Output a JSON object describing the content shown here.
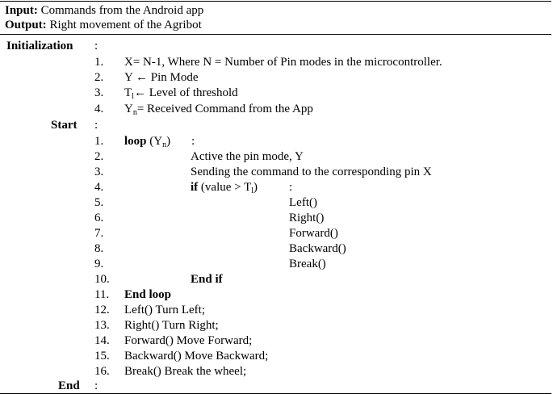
{
  "header": {
    "input_label": "Input:",
    "input_text": " Commands from the Android app",
    "output_label": "Output:",
    "output_text": " Right movement of the Agribot"
  },
  "sections": {
    "initialization": "Initialization",
    "start": "Start",
    "end": "End",
    "colon": ":"
  },
  "init_steps": [
    {
      "num": "1.",
      "text": "X= N-1, Where N = Number of Pin modes in the microcontroller."
    },
    {
      "num": "2.",
      "text": "Y ← Pin Mode"
    },
    {
      "num": "3.",
      "pre": "T",
      "sub": "l",
      "text": "← Level of threshold"
    },
    {
      "num": "4.",
      "pre": "Y",
      "sub": "n",
      "text": "= Received Command from the App"
    }
  ],
  "start_steps": {
    "s1": {
      "num": "1.",
      "kw": "loop",
      "pre": " (Y",
      "sub": "n",
      "post": ")",
      "colon": ":"
    },
    "s2": {
      "num": "2.",
      "text": "Active the pin mode, Y"
    },
    "s3": {
      "num": "3.",
      "text": "Sending the command to the corresponding pin X"
    },
    "s4": {
      "num": "4.",
      "kw": "if",
      "pre": " (value > T",
      "sub": "l",
      "post": ")",
      "colon": ":"
    },
    "s5": {
      "num": "5.",
      "text": "Left()"
    },
    "s6": {
      "num": "6.",
      "text": "Right()"
    },
    "s7": {
      "num": "7.",
      "text": "Forward()"
    },
    "s8": {
      "num": "8.",
      "text": "Backward()"
    },
    "s9": {
      "num": "9.",
      "text": "Break()"
    },
    "s10": {
      "num": "10.",
      "kw": "End if"
    },
    "s11": {
      "num": "11.",
      "kw": "End loop"
    },
    "s12": {
      "num": "12.",
      "text": "Left() Turn Left;"
    },
    "s13": {
      "num": "13.",
      "text": "Right() Turn Right;"
    },
    "s14": {
      "num": "14.",
      "text": "Forward() Move Forward;"
    },
    "s15": {
      "num": "15.",
      "text": "Backward() Move Backward;"
    },
    "s16": {
      "num": "16.",
      "text": "Break() Break the wheel;"
    }
  }
}
